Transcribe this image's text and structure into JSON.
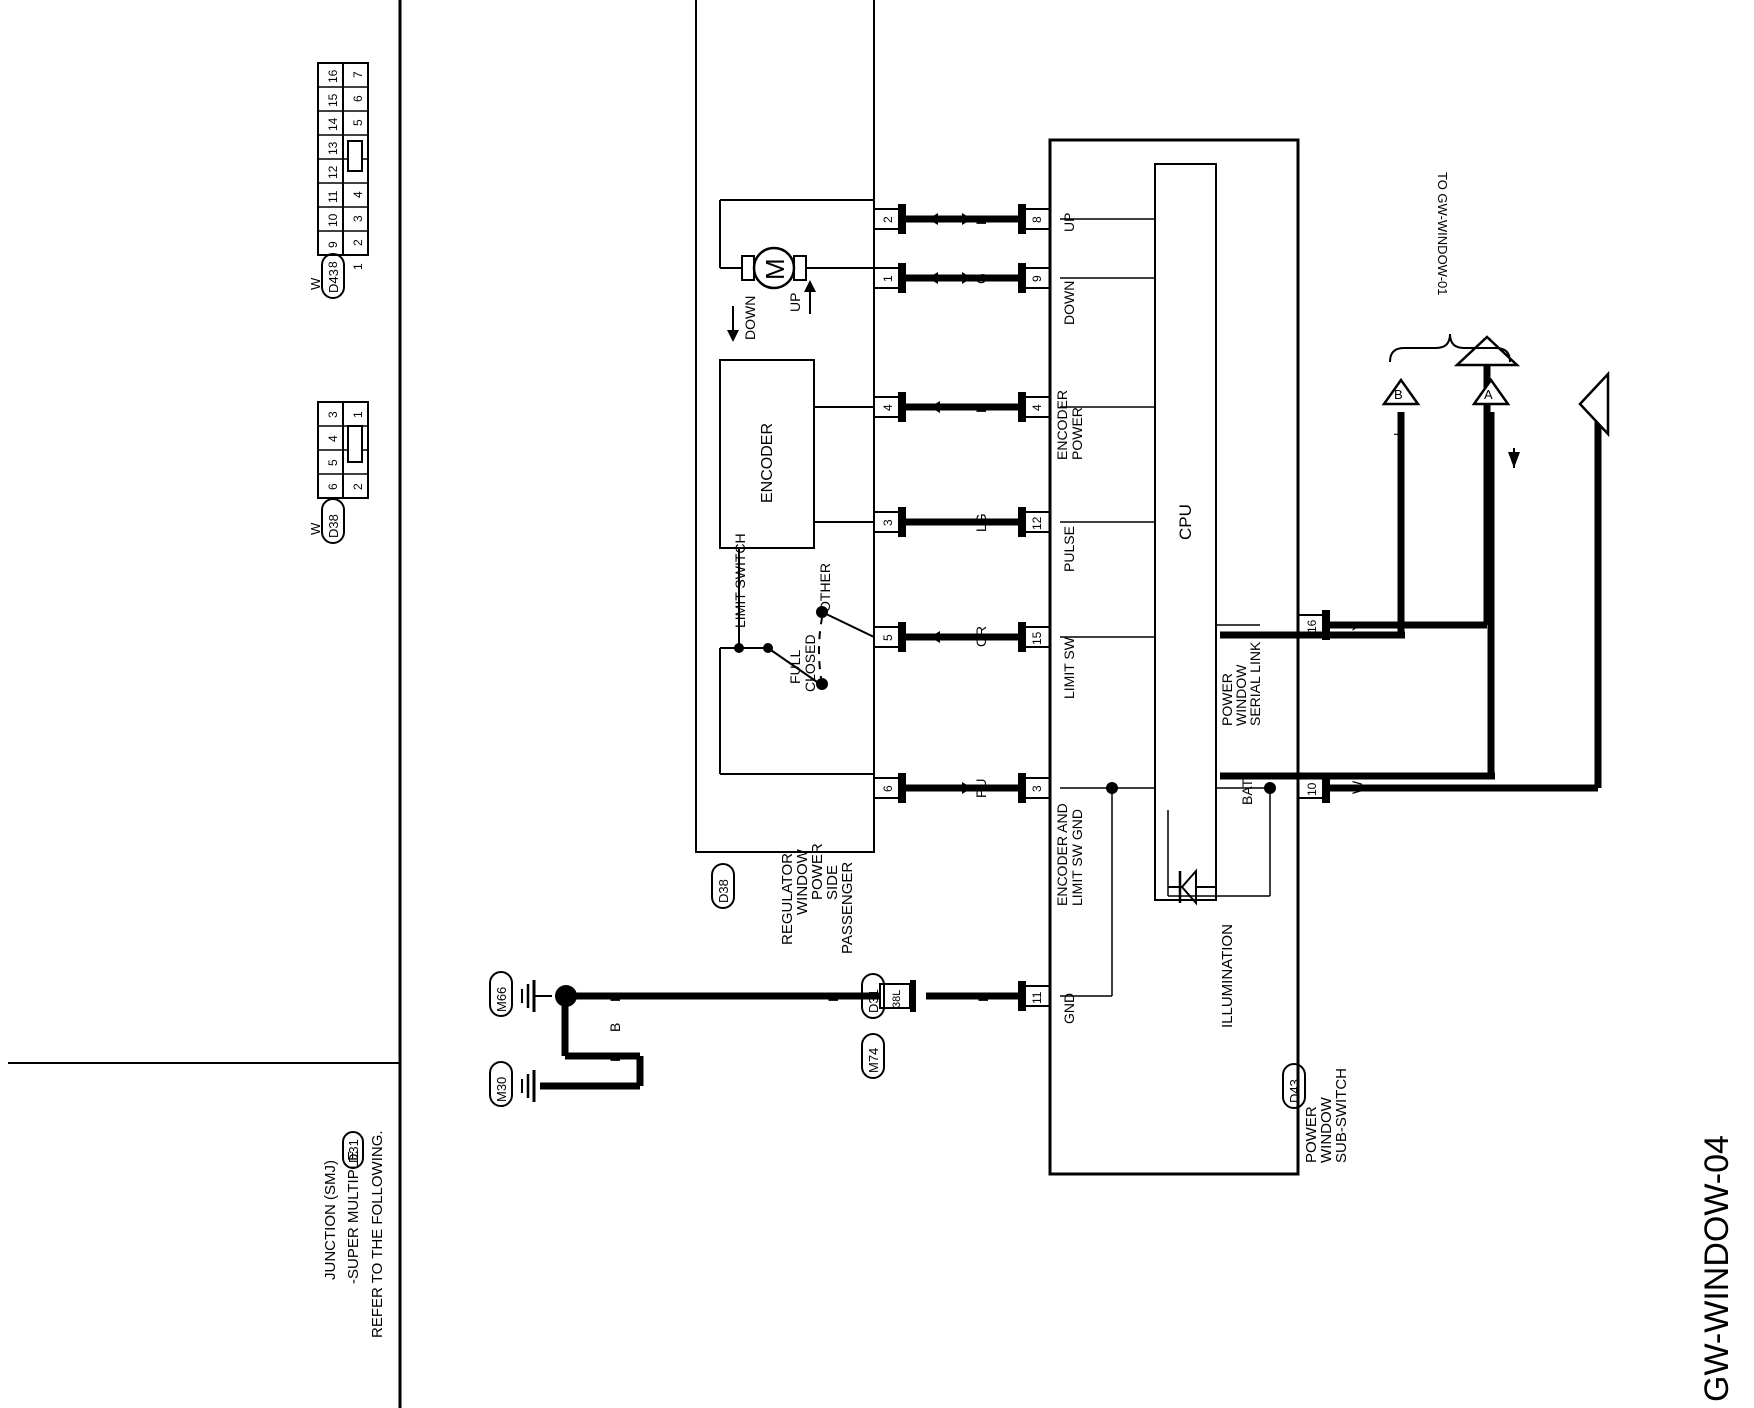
{
  "page_title": "GW-WINDOW-04",
  "to_ref": "TO GW-WINDOW-01",
  "connectors": {
    "d43_left": "D43",
    "d38_left": "D38",
    "d43_main": "D43",
    "d38_main": "D38",
    "d31": "D31",
    "d31_ref": "D31",
    "m74": "M74",
    "m66": "M66",
    "m30": "M30",
    "d43_color": "W",
    "d38_color": "W"
  },
  "d43_pins_row1": [
    "7",
    "6",
    "5",
    "",
    "4",
    "3",
    "2",
    "1"
  ],
  "d43_pins_row2": [
    "16",
    "15",
    "14",
    "13",
    "12",
    "11",
    "10",
    "9",
    "8"
  ],
  "d38_pins_row1": [
    "1",
    "",
    "2"
  ],
  "d38_pins_row2": [
    "3",
    "4",
    "5",
    "6"
  ],
  "sub_switch": {
    "name": [
      "POWER",
      "WINDOW",
      "SUB-SWITCH"
    ],
    "cpu": "CPU",
    "illumination": "ILLUMINATION",
    "serial_link": [
      "POWER",
      "WINDOW",
      "SERIAL LINK"
    ],
    "bat": "BAT",
    "pins": [
      {
        "pin": "8",
        "label": "UP",
        "wire": "L"
      },
      {
        "pin": "9",
        "label": "DOWN",
        "wire": "G"
      },
      {
        "pin": "4",
        "label": "ENCODER POWER",
        "wire": "R"
      },
      {
        "pin": "12",
        "label": "PULSE",
        "wire": "LG"
      },
      {
        "pin": "15",
        "label": "LIMIT SW",
        "wire": "OR"
      },
      {
        "pin": "3",
        "label": "ENCODER AND LIMIT SW GND",
        "wire": "PU"
      },
      {
        "pin": "11",
        "label": "GND",
        "wire": "B"
      }
    ],
    "enc_line1": "ENCODER",
    "enc_line2": "POWER",
    "gnd_line1": "ENCODER AND",
    "gnd_line2": "LIMIT SW GND",
    "pin16": "16",
    "pin10": "10",
    "wire16": "Y",
    "wire10": "W"
  },
  "regulator": {
    "name": [
      "PASSENGER",
      "SIDE",
      "POWER",
      "WINDOW",
      "REGULATOR"
    ],
    "encoder": "ENCODER",
    "limit_switch": "LIMIT SWITCH",
    "other": "OTHER",
    "full_closed": [
      "FULL",
      "CLOSED"
    ],
    "motor": "M",
    "up": "UP",
    "down": "DOWN",
    "pins": [
      "2",
      "1",
      "4",
      "3",
      "5",
      "6"
    ]
  },
  "harness": {
    "a_label": "A",
    "b_label": "B",
    "a_wire": "W",
    "b_wire": "Y",
    "joint_pin": "38L",
    "ground_wire": "B"
  },
  "note": {
    "line1": "REFER TO THE FOLLOWING.",
    "line2": "-SUPER MULTIPLE",
    "line3": "JUNCTION (SMJ)"
  },
  "colors": {
    "ink": "#000000",
    "paper": "#ffffff"
  }
}
